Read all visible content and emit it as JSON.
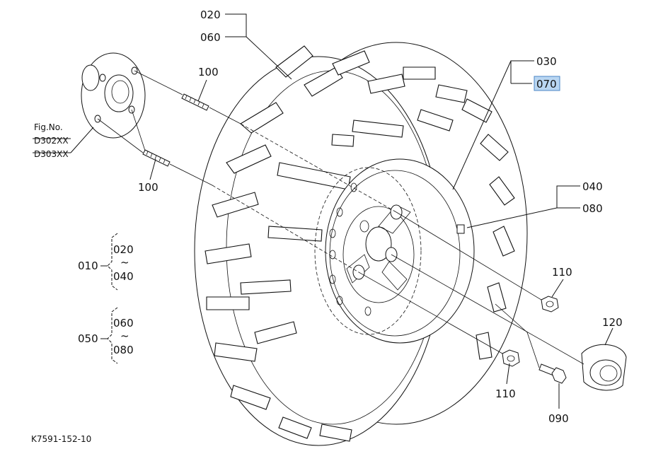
{
  "diagram": {
    "callouts": {
      "c020": "020",
      "c060": "060",
      "c030": "030",
      "c070": "070",
      "c040": "040",
      "c080": "080",
      "c100_top": "100",
      "c100_bottom": "100",
      "c110_right": "110",
      "c110_bottom": "110",
      "c120": "120",
      "c090": "090"
    },
    "fig_ref": {
      "line1": "Fig.No.",
      "line2": "D302XX",
      "line3": "D303XX"
    },
    "groups": [
      {
        "id": "010",
        "from": "020",
        "tilde": "~",
        "to": "040"
      },
      {
        "id": "050",
        "from": "060",
        "tilde": "~",
        "to": "080"
      }
    ],
    "footer_code": "K7591-152-10",
    "highlight_color": "#b9d6f2"
  }
}
